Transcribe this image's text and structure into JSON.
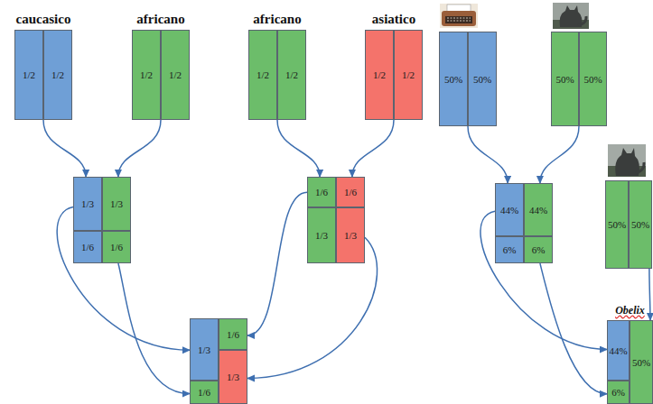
{
  "diagram": {
    "nodes": [
      {
        "text": [
          "caucasico",
          "1/2",
          "1/2"
        ]
      },
      {
        "text": [
          "africano",
          "1/2",
          "1/2"
        ]
      },
      {
        "text": [
          "africano",
          "1/2",
          "1/2"
        ]
      },
      {
        "text": [
          "asiatico",
          "1/2",
          "1/2"
        ]
      },
      {
        "text": [
          "50%",
          "50%"
        ]
      },
      {
        "text": [
          "50%",
          "50%"
        ]
      },
      {
        "text": [
          "1/3",
          "1/3",
          "1/6",
          "1/6"
        ]
      },
      {
        "text": [
          "1/6",
          "1/6",
          "1/3",
          "1/3"
        ]
      },
      {
        "text": [
          "44%",
          "44%",
          "6%",
          "6%"
        ]
      },
      {
        "text": [
          "50%",
          "50%"
        ]
      },
      {
        "text": [
          "1/3",
          "1/6",
          "1/3",
          "1/6"
        ]
      },
      {
        "text": [
          "Obelix",
          "44%",
          "50%",
          "6%"
        ]
      }
    ],
    "edges": [
      {
        "from": 0,
        "to": 6,
        "arrow": "to"
      },
      {
        "from": 1,
        "to": 6,
        "arrow": "to"
      },
      {
        "from": 2,
        "to": 7,
        "arrow": "to"
      },
      {
        "from": 3,
        "to": 7,
        "arrow": "to"
      },
      {
        "from": 6,
        "to": 10,
        "arrow": "to"
      },
      {
        "from": 6,
        "to": 10,
        "arrow": "to"
      },
      {
        "from": 7,
        "to": 10,
        "arrow": "to"
      },
      {
        "from": 7,
        "to": 10,
        "arrow": "to"
      },
      {
        "from": 4,
        "to": 8,
        "arrow": "to"
      },
      {
        "from": 5,
        "to": 8,
        "arrow": "to"
      },
      {
        "from": 8,
        "to": 11,
        "arrow": "to"
      },
      {
        "from": 8,
        "to": 11,
        "arrow": "to"
      },
      {
        "from": 9,
        "to": 11,
        "arrow": "to"
      }
    ]
  }
}
